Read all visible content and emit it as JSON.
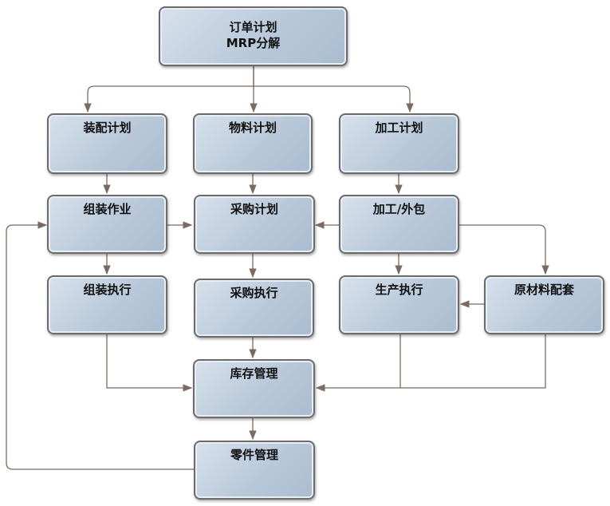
{
  "nodes": {
    "order_plan": {
      "line1": "订单计划",
      "line2": "MRP分解"
    },
    "assembly_plan": {
      "label": "装配计划"
    },
    "material_plan": {
      "label": "物料计划"
    },
    "machining_plan": {
      "label": "加工计划"
    },
    "assembly_work": {
      "label": "组装作业"
    },
    "purchase_plan": {
      "label": "采购计划"
    },
    "machining_outsource": {
      "label": "加工/外包"
    },
    "assembly_exec": {
      "label": "组装执行"
    },
    "purchase_exec": {
      "label": "采购执行"
    },
    "production_exec": {
      "label": "生产执行"
    },
    "raw_material_kit": {
      "label": "原材料配套"
    },
    "inventory_mgmt": {
      "label": "库存管理"
    },
    "parts_mgmt": {
      "label": "零件管理"
    }
  },
  "colors": {
    "connector": "#7a6a62",
    "node_border": "#6b6b6b",
    "node_fill": "#b9c9da"
  }
}
